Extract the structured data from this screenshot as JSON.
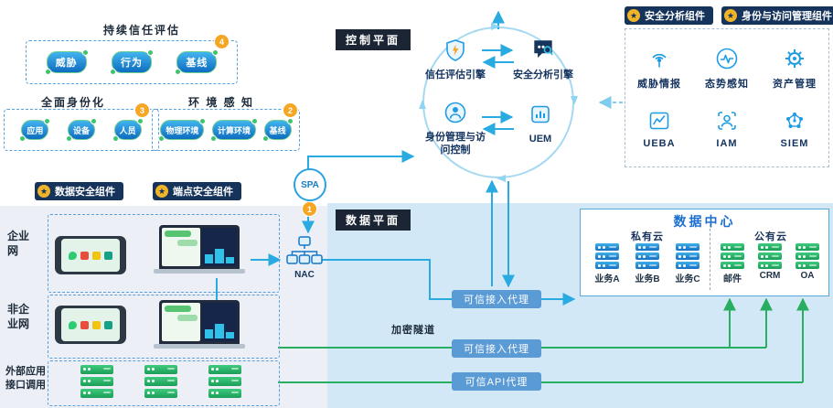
{
  "top_groups": {
    "trust": {
      "title": "持续信任评估",
      "badge": "4",
      "pills": [
        "威胁",
        "行为",
        "基线"
      ]
    },
    "identity": {
      "title": "全面身份化",
      "badge": "3",
      "pills": [
        "应用",
        "设备",
        "人员"
      ]
    },
    "environment": {
      "title": "环 境 感 知",
      "badge": "2",
      "pills": [
        "物理环境",
        "计算环境",
        "基线"
      ]
    }
  },
  "spa": {
    "label": "SPA",
    "badge": "1"
  },
  "component_badges": {
    "data_security": "数据安全组件",
    "endpoint_security": "端点安全组件",
    "security_analysis": "安全分析组件",
    "identity_access": "身份与访问管理组件"
  },
  "control_plane": {
    "title": "控制平面",
    "trust_engine": "信任评估引擎",
    "analysis_engine": "安全分析引擎",
    "identity_mgmt": "身份管理与访问控制",
    "uem": "UEM"
  },
  "right_panel": {
    "items": [
      {
        "label": "威胁情报",
        "icon": "radar-icon"
      },
      {
        "label": "态势感知",
        "icon": "pulse-icon"
      },
      {
        "label": "资产管理",
        "icon": "gear-icon"
      },
      {
        "label": "UEBA",
        "icon": "chart-icon"
      },
      {
        "label": "IAM",
        "icon": "person-frame-icon"
      },
      {
        "label": "SIEM",
        "icon": "network-nodes-icon"
      }
    ]
  },
  "data_plane": {
    "title": "数据平面",
    "nac": "NAC",
    "tunnel": "加密隧道",
    "proxy_top": "可信接入代理",
    "proxy_mid": "可信接入代理",
    "proxy_api": "可信API代理",
    "networks": {
      "enterprise": "企业网",
      "non_enterprise": "非企业网",
      "external": "外部应用接口调用"
    }
  },
  "data_center": {
    "title": "数据中心",
    "private": {
      "label": "私有云",
      "services": [
        "业务A",
        "业务B",
        "业务C"
      ]
    },
    "public": {
      "label": "公有云",
      "services": [
        "邮件",
        "CRM",
        "OA"
      ]
    }
  },
  "colors": {
    "line_blue": "#29abe2",
    "line_green": "#27ae60",
    "badge_navy": "#15335b",
    "badge_gold": "#f0b429",
    "number_orange": "#f5a623",
    "proxy_blue": "#5b9bd5",
    "dc_title_blue": "#1a6fd0",
    "plane_header_dark": "#1b2534",
    "data_plane_bg": "#d2e8f7"
  }
}
